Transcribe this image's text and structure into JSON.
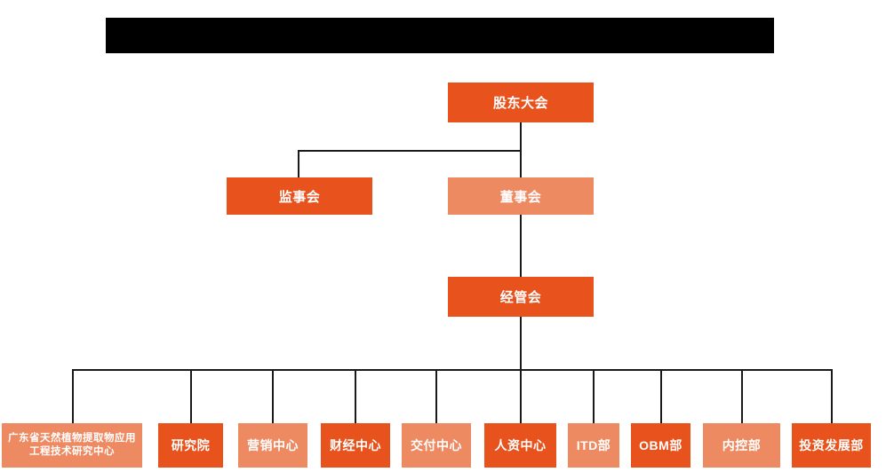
{
  "chart_title_bar": {
    "text": "",
    "background": "#000000"
  },
  "colors": {
    "dark_orange": "#E8521C",
    "light_orange": "#EE8A62",
    "line": "#1a1a1a",
    "background": "#ffffff",
    "text": "#ffffff"
  },
  "org_chart": {
    "type": "organization-chart",
    "levels": [
      {
        "level": 1,
        "nodes": [
          {
            "id": "shareholders",
            "label": "股东大会",
            "tone": "dark"
          }
        ]
      },
      {
        "level": 2,
        "nodes": [
          {
            "id": "supervisors",
            "label": "监事会",
            "tone": "dark"
          },
          {
            "id": "directors",
            "label": "董事会",
            "tone": "light"
          }
        ]
      },
      {
        "level": 3,
        "nodes": [
          {
            "id": "management",
            "label": "经管会",
            "tone": "dark"
          }
        ]
      },
      {
        "level": 4,
        "nodes": [
          {
            "id": "research-center",
            "label": "广东省天然植物提取物应用工程技术研究中心",
            "tone": "light"
          },
          {
            "id": "institute",
            "label": "研究院",
            "tone": "dark"
          },
          {
            "id": "marketing-center",
            "label": "营销中心",
            "tone": "light"
          },
          {
            "id": "finance-center",
            "label": "财经中心",
            "tone": "dark"
          },
          {
            "id": "delivery-center",
            "label": "交付中心",
            "tone": "light"
          },
          {
            "id": "hr-center",
            "label": "人资中心",
            "tone": "dark"
          },
          {
            "id": "itd-dept",
            "label": "ITD部",
            "tone": "light"
          },
          {
            "id": "obm-dept",
            "label": "OBM部",
            "tone": "dark"
          },
          {
            "id": "internal-control-dept",
            "label": "内控部",
            "tone": "light"
          },
          {
            "id": "investment-development-dept",
            "label": "投资发展部",
            "tone": "dark"
          }
        ]
      }
    ]
  }
}
